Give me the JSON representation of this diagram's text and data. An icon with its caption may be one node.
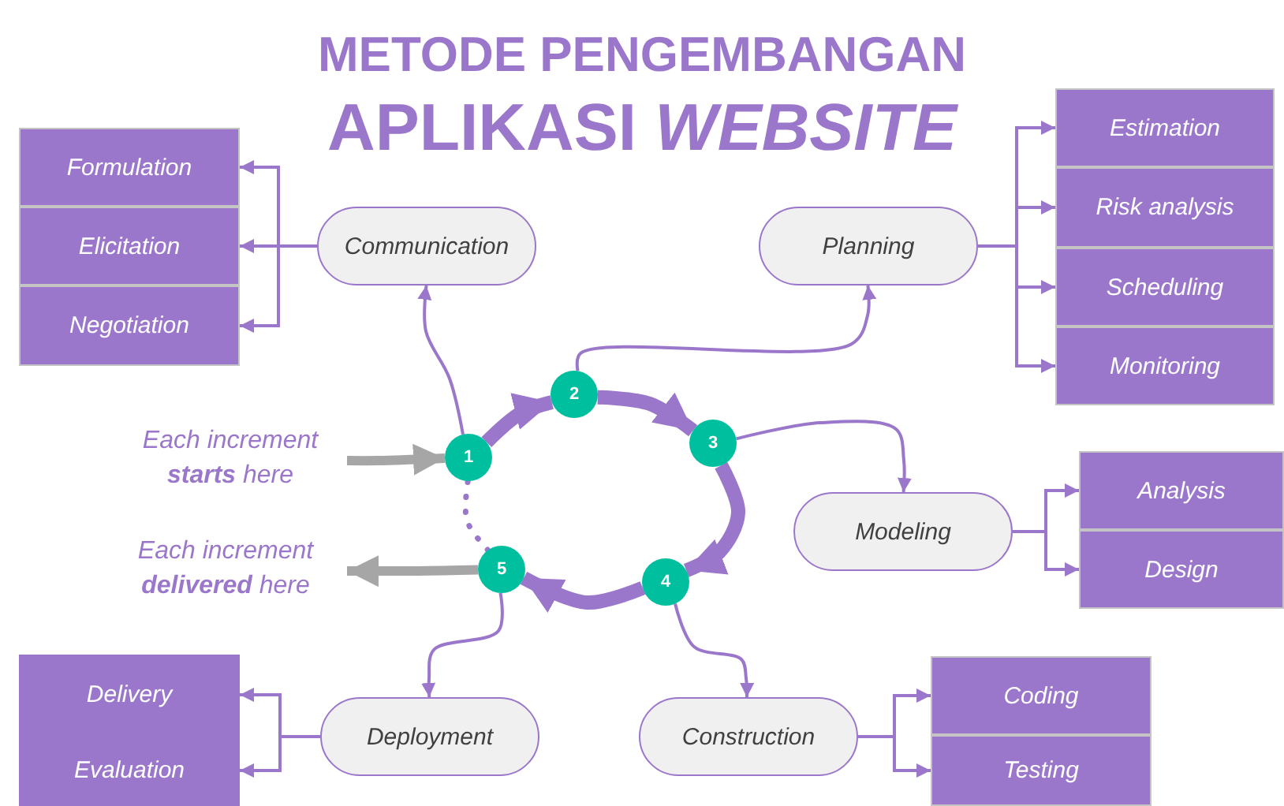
{
  "diagram": {
    "title": "METODE PENGEMBANGAN APLIKASI *WEBSITE*",
    "nodes": [
      {
        "text": [
          "Communication"
        ]
      },
      {
        "text": [
          "Formulation"
        ]
      },
      {
        "text": [
          "Elicitation"
        ]
      },
      {
        "text": [
          "Negotiation"
        ]
      },
      {
        "text": [
          "Planning"
        ]
      },
      {
        "text": [
          "Estimation"
        ]
      },
      {
        "text": [
          "Risk analysis"
        ]
      },
      {
        "text": [
          "Scheduling"
        ]
      },
      {
        "text": [
          "Monitoring"
        ]
      },
      {
        "text": [
          "Modeling"
        ]
      },
      {
        "text": [
          "Analysis"
        ]
      },
      {
        "text": [
          "Design"
        ]
      },
      {
        "text": [
          "Deployment"
        ]
      },
      {
        "text": [
          "Delivery"
        ]
      },
      {
        "text": [
          "Evaluation"
        ]
      },
      {
        "text": [
          "Construction"
        ]
      },
      {
        "text": [
          "Coding"
        ]
      },
      {
        "text": [
          "Testing"
        ]
      },
      {
        "text": [
          "1"
        ]
      },
      {
        "text": [
          "2"
        ]
      },
      {
        "text": [
          "3"
        ]
      },
      {
        "text": [
          "4"
        ]
      },
      {
        "text": [
          "5"
        ]
      },
      {
        "text": [
          "Each increment **starts** here"
        ]
      },
      {
        "text": [
          "Each increment **delivered** here"
        ]
      }
    ],
    "edges": [
      {
        "from": 0,
        "to": 1,
        "arrow": "to"
      },
      {
        "from": 0,
        "to": 2,
        "arrow": "to"
      },
      {
        "from": 0,
        "to": 3,
        "arrow": "to"
      },
      {
        "from": 4,
        "to": 5,
        "arrow": "to"
      },
      {
        "from": 4,
        "to": 6,
        "arrow": "to"
      },
      {
        "from": 4,
        "to": 7,
        "arrow": "to"
      },
      {
        "from": 4,
        "to": 8,
        "arrow": "to"
      },
      {
        "from": 9,
        "to": 10,
        "arrow": "to"
      },
      {
        "from": 9,
        "to": 11,
        "arrow": "to"
      },
      {
        "from": 12,
        "to": 13,
        "arrow": "to"
      },
      {
        "from": 12,
        "to": 14,
        "arrow": "to"
      },
      {
        "from": 15,
        "to": 16,
        "arrow": "to"
      },
      {
        "from": 15,
        "to": 17,
        "arrow": "to"
      },
      {
        "from": 18,
        "to": 0,
        "arrow": "to"
      },
      {
        "from": 19,
        "to": 4,
        "arrow": "to"
      },
      {
        "from": 20,
        "to": 9,
        "arrow": "to"
      },
      {
        "from": 21,
        "to": 15,
        "arrow": "to"
      },
      {
        "from": 22,
        "to": 12,
        "arrow": "to"
      },
      {
        "from": 18,
        "to": 19,
        "arrow": "to",
        "style": "thick"
      },
      {
        "from": 19,
        "to": 20,
        "arrow": "to",
        "style": "thick"
      },
      {
        "from": 20,
        "to": 21,
        "arrow": "to",
        "style": "thick"
      },
      {
        "from": 21,
        "to": 22,
        "arrow": "to",
        "style": "thick"
      },
      {
        "from": 22,
        "to": 18,
        "arrow": "none",
        "style": "dashed"
      },
      {
        "from": 23,
        "to": 18,
        "arrow": "to",
        "style": "thick",
        "color": "#a6a6a6"
      },
      {
        "from": 22,
        "to": 24,
        "arrow": "to",
        "style": "thick",
        "color": "#a6a6a6"
      }
    ]
  }
}
